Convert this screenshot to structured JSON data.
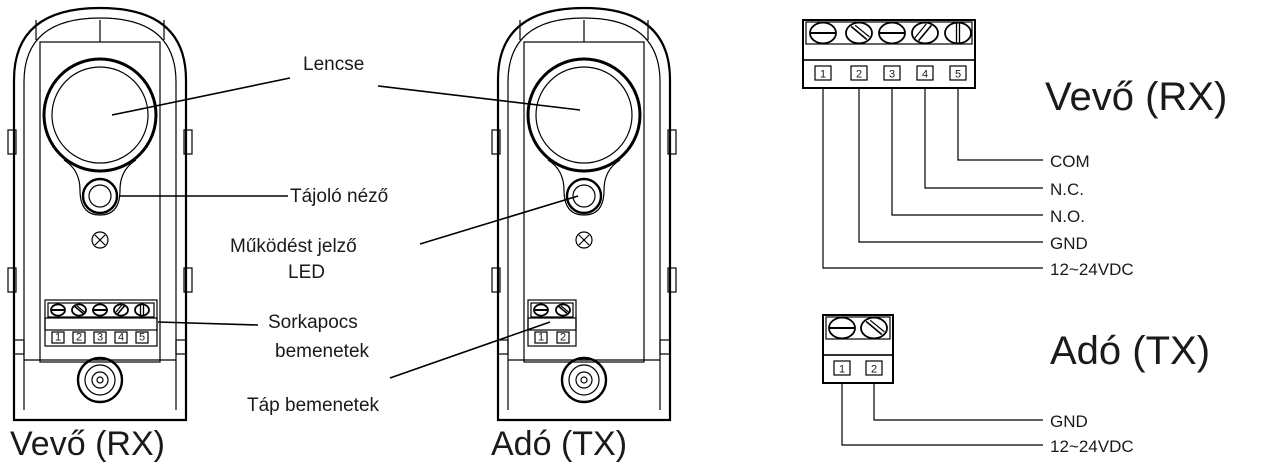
{
  "labels": {
    "lens": "Lencse",
    "sight": "Tájoló néző",
    "led_line1": "Működést jelző",
    "led_line2": "LED",
    "terminal_line1": "Sorkapocs",
    "terminal_line2": "bemenetek",
    "power": "Táp bemenetek",
    "rx_caption": "Vevő (RX)",
    "tx_caption": "Adó (TX)"
  },
  "rx_terminal": {
    "title": "Vevő (RX)",
    "numbers": [
      "1",
      "2",
      "3",
      "4",
      "5"
    ],
    "pins": [
      "COM",
      "N.C.",
      "N.O.",
      "GND",
      "12~24VDC"
    ]
  },
  "tx_terminal": {
    "title": "Adó (TX)",
    "numbers": [
      "1",
      "2"
    ],
    "pins": [
      "GND",
      "12~24VDC"
    ]
  },
  "mini_rx_numbers": [
    "1",
    "2",
    "3",
    "4",
    "5"
  ],
  "mini_tx_numbers": [
    "1",
    "2"
  ]
}
